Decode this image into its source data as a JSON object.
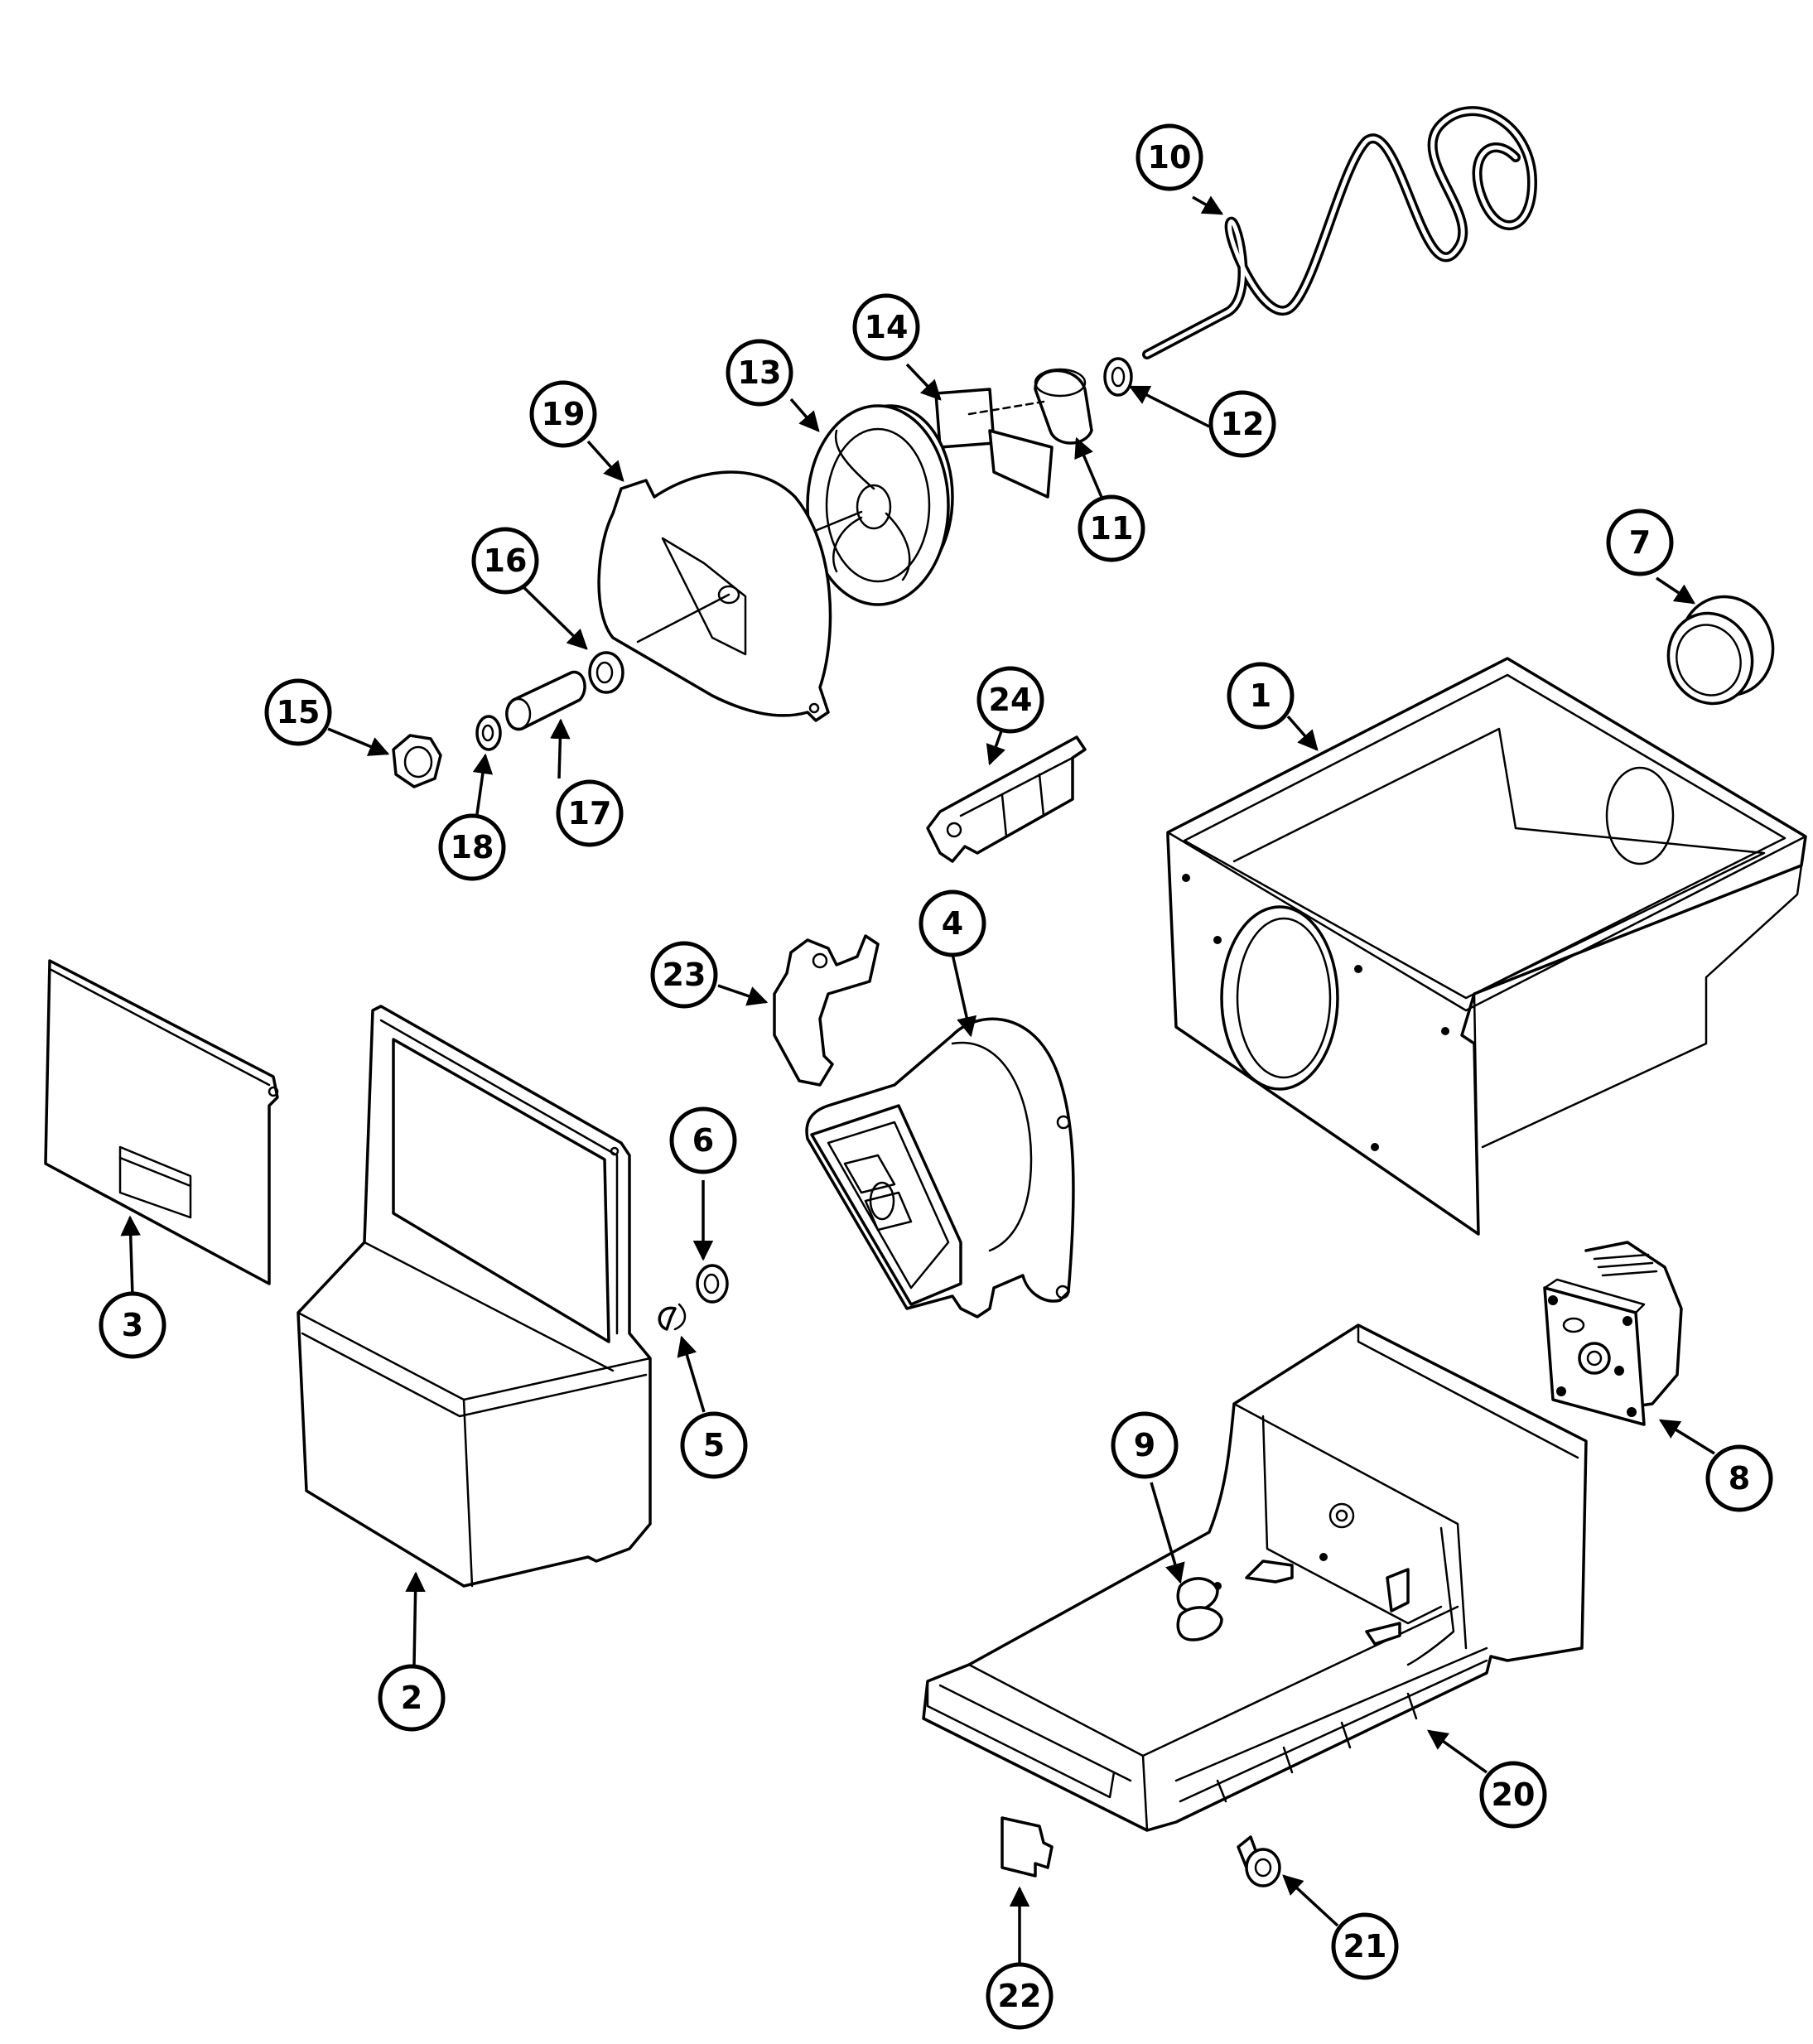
{
  "diagram": {
    "colors": {
      "line": "#000000",
      "background": "#ffffff"
    },
    "callouts": [
      {
        "id": "c1",
        "label": "1"
      },
      {
        "id": "c2",
        "label": "2"
      },
      {
        "id": "c3",
        "label": "3"
      },
      {
        "id": "c4",
        "label": "4"
      },
      {
        "id": "c5",
        "label": "5"
      },
      {
        "id": "c6",
        "label": "6"
      },
      {
        "id": "c7",
        "label": "7"
      },
      {
        "id": "c8",
        "label": "8"
      },
      {
        "id": "c9",
        "label": "9"
      },
      {
        "id": "c10",
        "label": "10"
      },
      {
        "id": "c11",
        "label": "11"
      },
      {
        "id": "c12",
        "label": "12"
      },
      {
        "id": "c13",
        "label": "13"
      },
      {
        "id": "c14",
        "label": "14"
      },
      {
        "id": "c15",
        "label": "15"
      },
      {
        "id": "c16",
        "label": "16"
      },
      {
        "id": "c17",
        "label": "17"
      },
      {
        "id": "c18",
        "label": "18"
      },
      {
        "id": "c19",
        "label": "19"
      },
      {
        "id": "c20",
        "label": "20"
      },
      {
        "id": "c21",
        "label": "21"
      },
      {
        "id": "c22",
        "label": "22"
      },
      {
        "id": "c23",
        "label": "23"
      },
      {
        "id": "c24",
        "label": "24"
      }
    ]
  }
}
